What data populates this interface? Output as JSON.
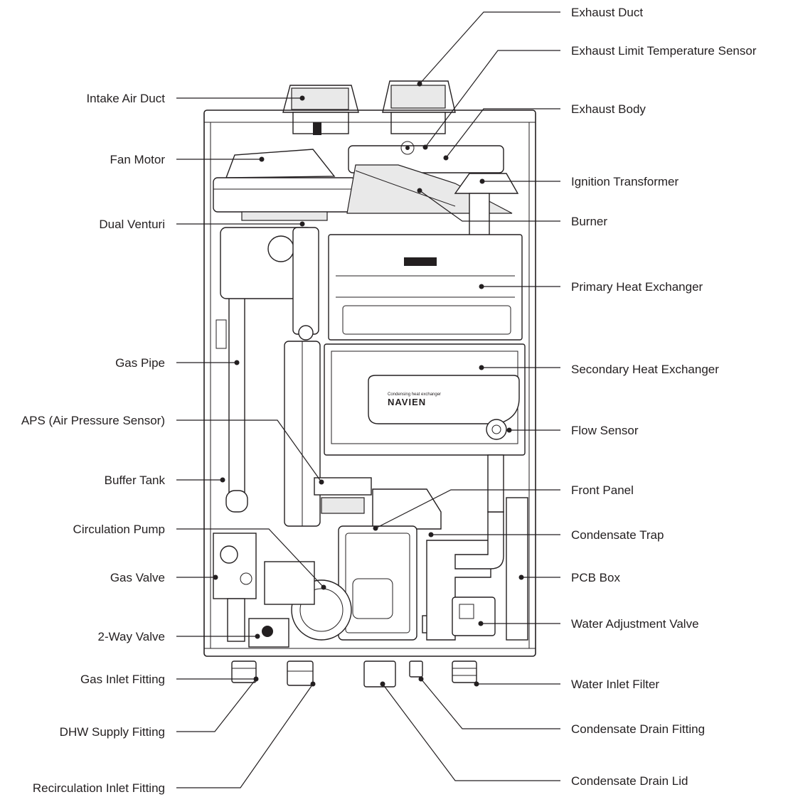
{
  "labels_left": {
    "intake_air_duct": "Intake Air Duct",
    "fan_motor": "Fan Motor",
    "dual_venturi": "Dual Venturi",
    "gas_pipe": "Gas Pipe",
    "aps": "APS (Air Pressure Sensor)",
    "buffer_tank": "Buffer Tank",
    "circulation_pump": "Circulation Pump",
    "gas_valve": "Gas Valve",
    "two_way_valve": "2-Way Valve",
    "gas_inlet_fitting": "Gas Inlet Fitting",
    "dhw_supply_fitting": "DHW Supply Fitting",
    "recirculation_inlet_fitting": "Recirculation Inlet Fitting"
  },
  "labels_right": {
    "exhaust_duct": "Exhaust Duct",
    "exhaust_limit_temperature_sensor": "Exhaust Limit Temperature Sensor",
    "exhaust_body": "Exhaust Body",
    "ignition_transformer": "Ignition Transformer",
    "burner": "Burner",
    "primary_heat_exchanger": "Primary Heat Exchanger",
    "secondary_heat_exchanger": "Secondary Heat Exchanger",
    "flow_sensor": "Flow Sensor",
    "front_panel": "Front Panel",
    "condensate_trap": "Condensate Trap",
    "pcb_box": "PCB Box",
    "water_adjustment_valve": "Water Adjustment Valve",
    "water_inlet_filter": "Water Inlet Filter",
    "condensate_drain_fitting": "Condensate Drain Fitting",
    "condensate_drain_lid": "Condensate Drain Lid"
  },
  "unit_markings": {
    "hx_caption": "Condensing heat exchanger",
    "brand": "NAVIEN"
  }
}
